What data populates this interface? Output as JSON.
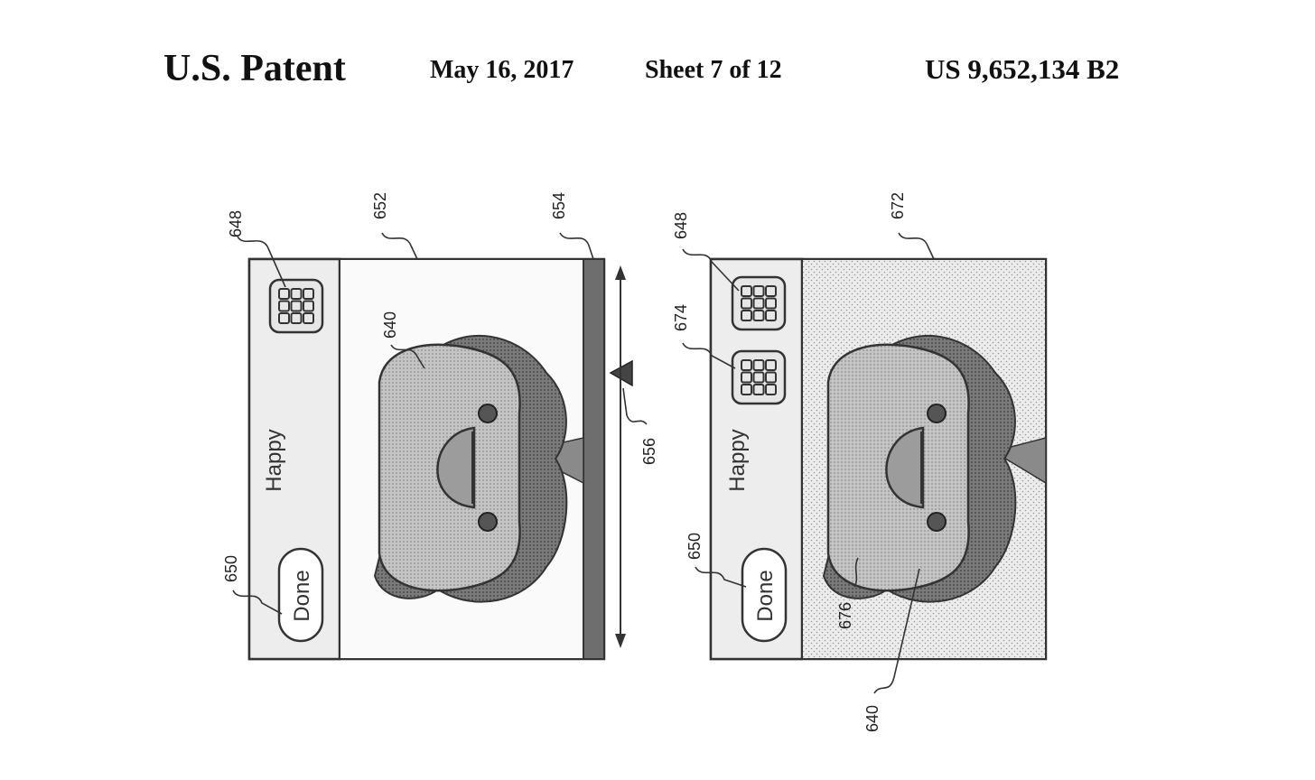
{
  "header": {
    "title": "U.S. Patent",
    "date": "May 16, 2017",
    "sheet": "Sheet 7 of 12",
    "patent_number": "US 9,652,134 B2"
  },
  "colors": {
    "line": "#333333",
    "face_fill": "#c8c8c8",
    "hair_fill": "#8a8a8a",
    "stipple_bg": "#e4e4e4",
    "slider_bar": "#6e6e6e"
  },
  "figure_left": {
    "done_label": "Done",
    "mood_label": "Happy",
    "icons": {
      "grid": "grid-icon",
      "handle": "triangle-handle-icon",
      "arrows": "double-arrow-icon"
    },
    "refs": {
      "grid": "648",
      "face_area": "652",
      "slider": "654",
      "avatar": "640",
      "handle": "656",
      "done": "650"
    }
  },
  "figure_right": {
    "done_label": "Done",
    "mood_label": "Happy",
    "icons": {
      "grid": "grid-icon",
      "grid_alt": "grid-icon"
    },
    "refs": {
      "grid": "648",
      "background": "672",
      "grid_alt": "674",
      "done": "650",
      "outline": "676",
      "avatar": "640"
    }
  }
}
